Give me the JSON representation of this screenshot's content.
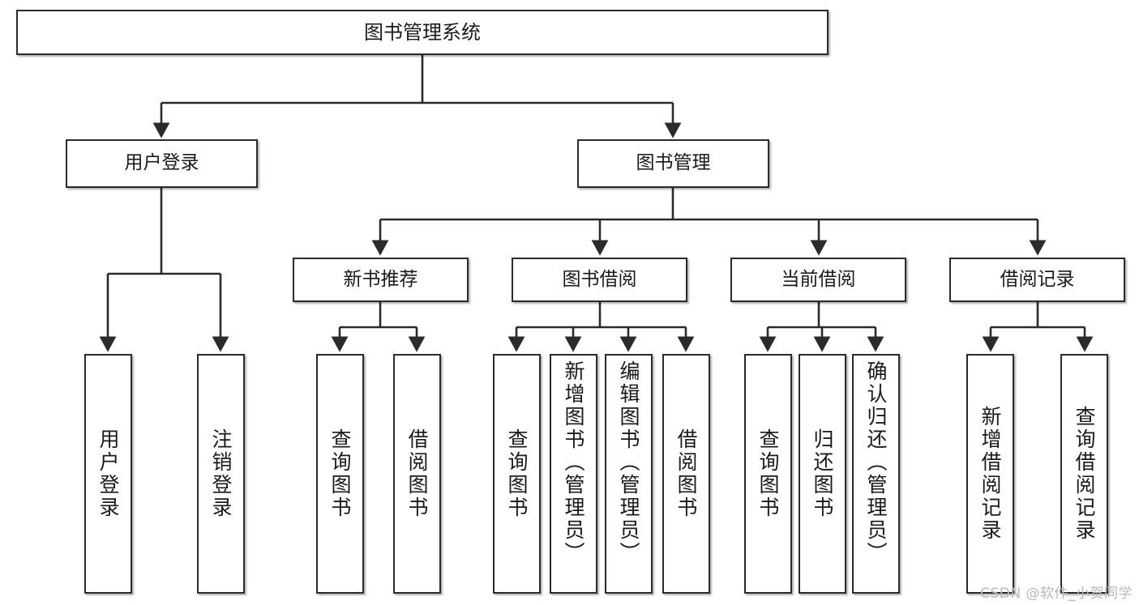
{
  "diagram": {
    "title": "图书管理系统",
    "type": "hierarchy-tree",
    "root": {
      "label": "图书管理系统"
    },
    "level2": [
      {
        "label": "用户登录"
      },
      {
        "label": "图书管理"
      }
    ],
    "level3": [
      {
        "label": "新书推荐",
        "parent": "图书管理"
      },
      {
        "label": "图书借阅",
        "parent": "图书管理"
      },
      {
        "label": "当前借阅",
        "parent": "图书管理"
      },
      {
        "label": "借阅记录",
        "parent": "图书管理"
      }
    ],
    "leaves": [
      {
        "label": "用户登录",
        "parent": "用户登录"
      },
      {
        "label": "注销登录",
        "parent": "用户登录"
      },
      {
        "label": "查询图书",
        "parent": "新书推荐"
      },
      {
        "label": "借阅图书",
        "parent": "新书推荐"
      },
      {
        "label": "查询图书",
        "parent": "图书借阅"
      },
      {
        "label": "新增图书（管理员）",
        "parent": "图书借阅"
      },
      {
        "label": "编辑图书（管理员）",
        "parent": "图书借阅"
      },
      {
        "label": "借阅图书",
        "parent": "图书借阅"
      },
      {
        "label": "查询图书",
        "parent": "当前借阅"
      },
      {
        "label": "归还图书",
        "parent": "当前借阅"
      },
      {
        "label": "确认归还（管理员）",
        "parent": "当前借阅"
      },
      {
        "label": "新增借阅记录",
        "parent": "借阅记录"
      },
      {
        "label": "查询借阅记录",
        "parent": "借阅记录"
      }
    ]
  },
  "watermark": {
    "text": "CSDN @软件_小贺同学"
  },
  "colors": {
    "stroke": "#2b2b2b",
    "fill": "#ffffff",
    "text": "#1a1a1a",
    "watermark": "#b8b8b8"
  }
}
